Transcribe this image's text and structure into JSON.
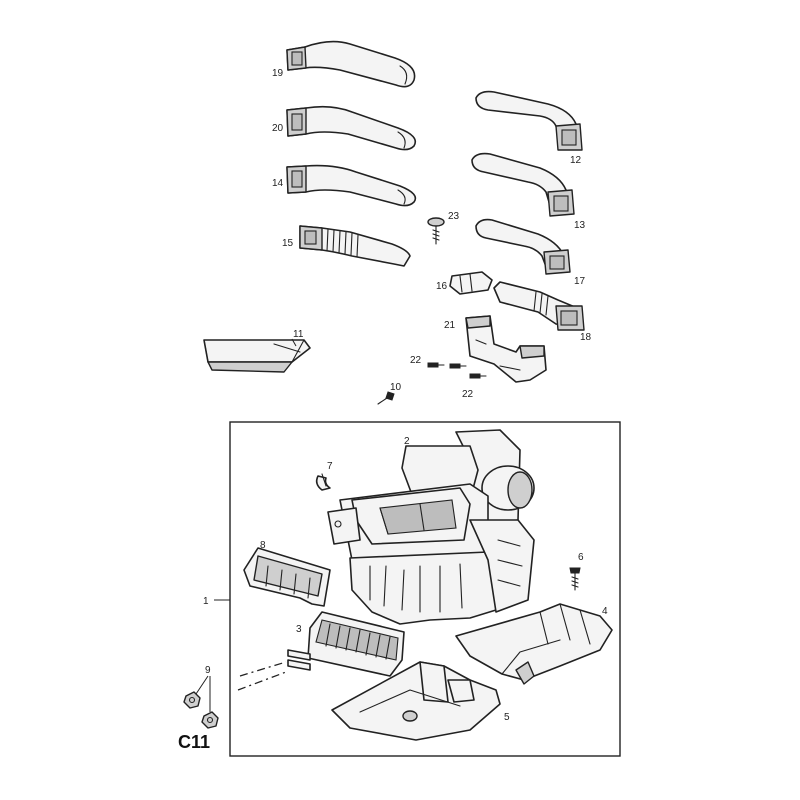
{
  "diagram_code": "C11",
  "callouts": {
    "c1": "1",
    "c2": "2",
    "c3": "3",
    "c4": "4",
    "c5": "5",
    "c6": "6",
    "c7": "7",
    "c8": "8",
    "c9": "9",
    "c10": "10",
    "c11": "11",
    "c12": "12",
    "c13": "13",
    "c14": "14",
    "c15": "15",
    "c16": "16",
    "c17": "17",
    "c18": "18",
    "c19": "19",
    "c20": "20",
    "c21": "21",
    "c22a": "22",
    "c22b": "22",
    "c23": "23"
  }
}
